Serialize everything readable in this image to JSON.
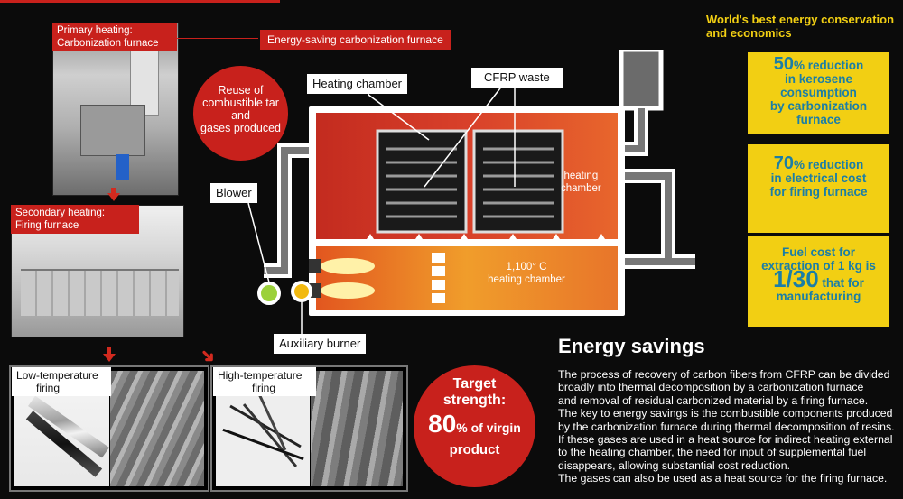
{
  "headline": {
    "line1": "World's best energy conservation",
    "line2": "and economics"
  },
  "primary_heating": {
    "line1": "Primary heating:",
    "line2": "Carbonization furnace"
  },
  "secondary_heating": {
    "line1": "Secondary heating:",
    "line2": "Firing furnace"
  },
  "energy_saving_label": "Energy-saving carbonization furnace",
  "reuse_bubble": {
    "line1": "Reuse of",
    "line2": "combustible tar",
    "line3": "and",
    "line4": "gases produced"
  },
  "diagram": {
    "heating_chamber_label": "Heating chamber",
    "cfrp_waste_label": "CFRP waste",
    "blower_label": "Blower",
    "auxiliary_burner_label": "Auxiliary burner",
    "right_chamber_line1": "heating",
    "right_chamber_line2": "chamber",
    "bottom_chamber_temp": "1,100° C",
    "bottom_chamber_label": "heating chamber"
  },
  "firing": {
    "low": {
      "line1": "Low-temperature",
      "line2": "firing"
    },
    "high": {
      "line1": "High-temperature",
      "line2": "firing"
    }
  },
  "target": {
    "line1": "Target",
    "line2": "strength:",
    "value": "80",
    "unit": "% of virgin",
    "line4": "product"
  },
  "facts": [
    {
      "big": "50",
      "l1": "% reduction",
      "l2": "in kerosene",
      "l3": "consumption",
      "l4": "by carbonization",
      "l5": "furnace"
    },
    {
      "big": "70",
      "l1": "% reduction",
      "l2": "in electrical cost",
      "l3": "for firing furnace"
    },
    {
      "l1": "Fuel cost for",
      "l2": "extraction of 1 kg is",
      "big": "1/30",
      "l3": " that for",
      "l4": "manufacturing"
    }
  ],
  "energy_savings": {
    "title": "Energy savings",
    "lines": [
      "The process of recovery of carbon fibers from CFRP can be divided",
      "broadly into thermal decomposition by a carbonization furnace",
      "and removal of residual carbonized material by a firing furnace.",
      "The key to energy savings is the combustible  components produced",
      "by the carbonization furnace during thermal decomposition of resins.",
      "If these gases are used in a heat source for indirect heating  external",
      "to the heating chamber, the need for input of supplemental fuel",
      "disappears, allowing substantial cost reduction.",
      "The gases can also be used as a heat source for the firing furnace."
    ]
  },
  "colors": {
    "accent_red": "#c8211c",
    "yellow": "#f2cf13",
    "blue_text": "#1b7ea6",
    "headline_yellow": "#f2cf13"
  }
}
